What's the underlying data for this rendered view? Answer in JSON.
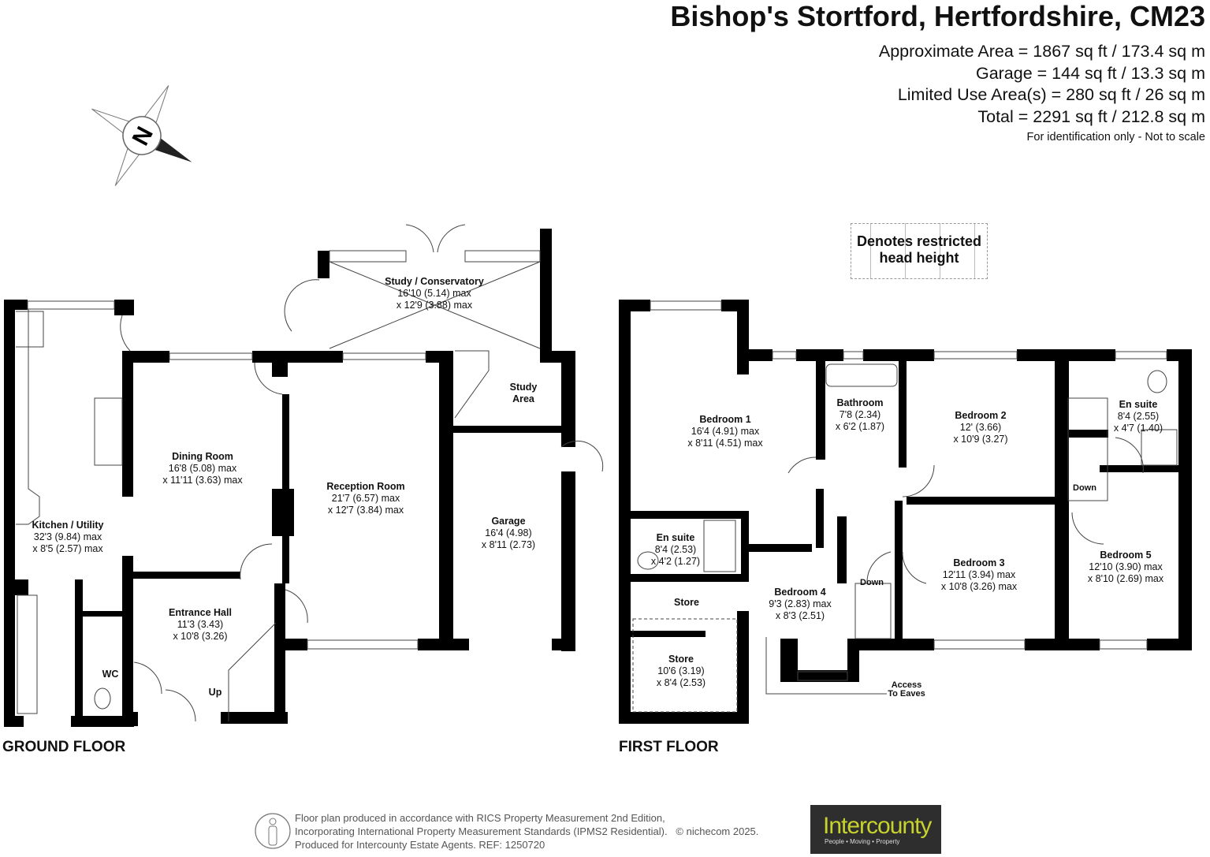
{
  "header": {
    "title": "Bishop's Stortford, Hertfordshire, CM23",
    "areas": [
      "Approximate Area = 1867 sq ft / 173.4 sq m",
      "Garage = 144 sq ft / 13.3 sq m",
      "Limited Use Area(s) = 280 sq ft / 26 sq m",
      "Total = 2291 sq ft / 212.8 sq m"
    ],
    "disclaimer": "For identification only - Not to scale"
  },
  "compass": {
    "letter": "N",
    "icon": "north-compass-icon"
  },
  "legend": {
    "text_line1": "Denotes restricted",
    "text_line2": "head height"
  },
  "ground_floor": {
    "label": "GROUND FLOOR",
    "rooms": [
      {
        "name": "Study / Conservatory",
        "dim1": "16'10 (5.14) max",
        "dim2": "x 12'9 (3.88) max"
      },
      {
        "name": "Study Area",
        "dim1": "",
        "dim2": ""
      },
      {
        "name": "Dining Room",
        "dim1": "16'8 (5.08) max",
        "dim2": "x 11'11 (3.63) max"
      },
      {
        "name": "Reception Room",
        "dim1": "21'7 (6.57) max",
        "dim2": "x 12'7 (3.84) max"
      },
      {
        "name": "Kitchen / Utility",
        "dim1": "32'3 (9.84) max",
        "dim2": "x 8'5 (2.57) max"
      },
      {
        "name": "Garage",
        "dim1": "16'4 (4.98)",
        "dim2": "x 8'11 (2.73)"
      },
      {
        "name": "Entrance Hall",
        "dim1": "11'3 (3.43)",
        "dim2": "x 10'8 (3.26)"
      },
      {
        "name": "WC"
      }
    ],
    "stairs_label": "Up"
  },
  "first_floor": {
    "label": "FIRST FLOOR",
    "rooms": [
      {
        "name": "Bedroom 1",
        "dim1": "16'4 (4.91) max",
        "dim2": "x 8'11 (4.51) max"
      },
      {
        "name": "Bathroom",
        "dim1": "7'8 (2.34)",
        "dim2": "x 6'2 (1.87)"
      },
      {
        "name": "Bedroom 2",
        "dim1": "12' (3.66)",
        "dim2": "x 10'9 (3.27)"
      },
      {
        "name": "En suite",
        "dim1": "8'4 (2.55)",
        "dim2": "x 4'7 (1.40)"
      },
      {
        "name": "En suite",
        "dim1": "8'4 (2.53)",
        "dim2": "x 4'2 (1.27)"
      },
      {
        "name": "Bedroom 3",
        "dim1": "12'11 (3.94) max",
        "dim2": "x 10'8 (3.26) max"
      },
      {
        "name": "Bedroom 4",
        "dim1": "9'3 (2.83) max",
        "dim2": "x 8'3 (2.51)"
      },
      {
        "name": "Bedroom 5",
        "dim1": "12'10 (3.90) max",
        "dim2": "x 8'10 (2.69) max"
      },
      {
        "name": "Store"
      },
      {
        "name": "Store",
        "dim1": "10'6 (3.19)",
        "dim2": "x 8'4 (2.53)"
      }
    ],
    "stairs_label_1": "Down",
    "stairs_label_2": "Down",
    "eaves_line1": "Access",
    "eaves_line2": "To Eaves"
  },
  "footer": {
    "line1": "Floor plan produced in accordance with RICS Property Measurement 2nd Edition,",
    "line2": "Incorporating International Property Measurement Standards (IPMS2 Residential).",
    "copyright": "© nichecom 2025.",
    "line3": "Produced for Intercounty Estate Agents.   REF:  1250720",
    "logo_name": "Intercounty",
    "logo_tagline": "People • Moving • Property",
    "logo_color": "#c7d32c"
  }
}
